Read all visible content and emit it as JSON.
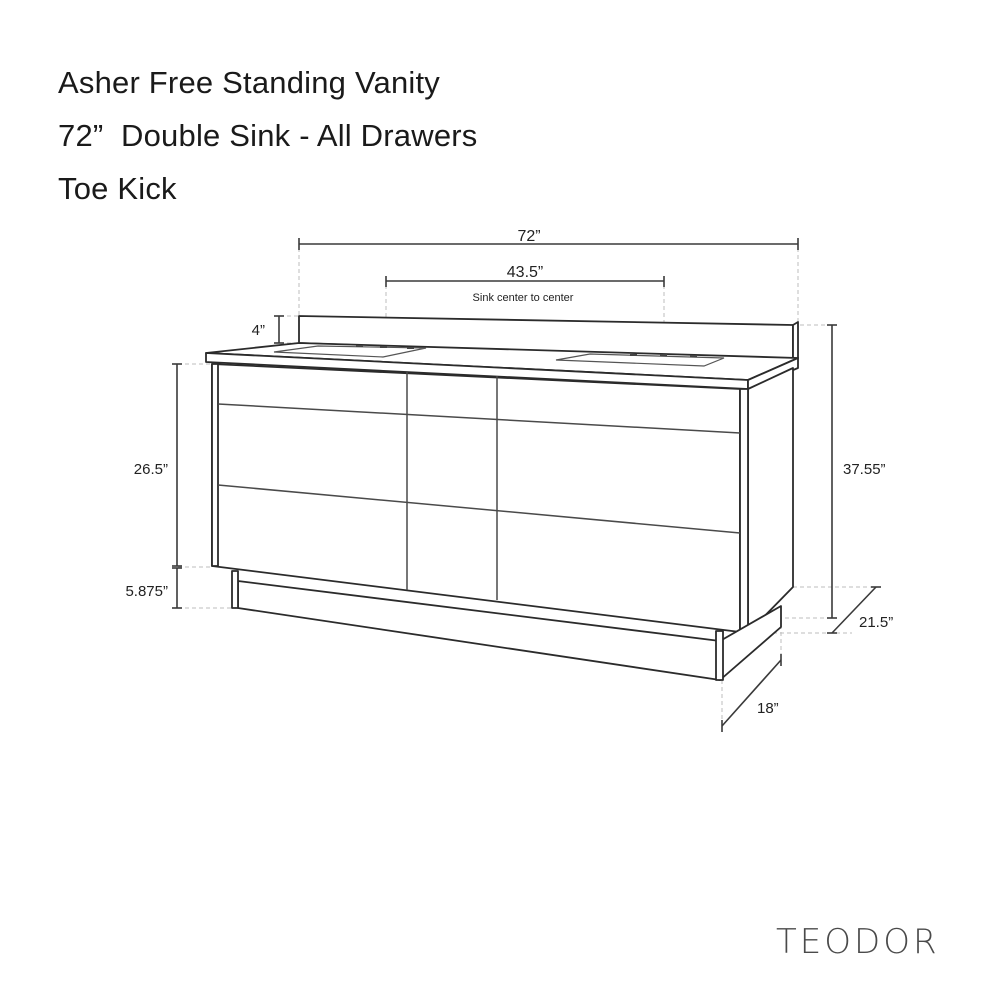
{
  "title": {
    "lines": [
      "Asher Free Standing Vanity",
      "72”  Double Sink - All Drawers",
      "Toe Kick"
    ]
  },
  "dimensions": {
    "overall_width": "72”",
    "sink_center_to_center": "43.5”",
    "sink_center_caption": "Sink center to center",
    "backsplash_height": "4”",
    "cabinet_height": "26.5”",
    "toe_kick_height": "5.875”",
    "overall_height": "37.55”",
    "overall_depth": "21.5”",
    "toe_kick_depth": "18”"
  },
  "brand": {
    "logo_text": "TEODOR"
  },
  "colors": {
    "line": "#2b2b2b",
    "dim_line": "#3a3a3a",
    "guide": "#bdbdbd",
    "logo": "#4a4a4a"
  }
}
